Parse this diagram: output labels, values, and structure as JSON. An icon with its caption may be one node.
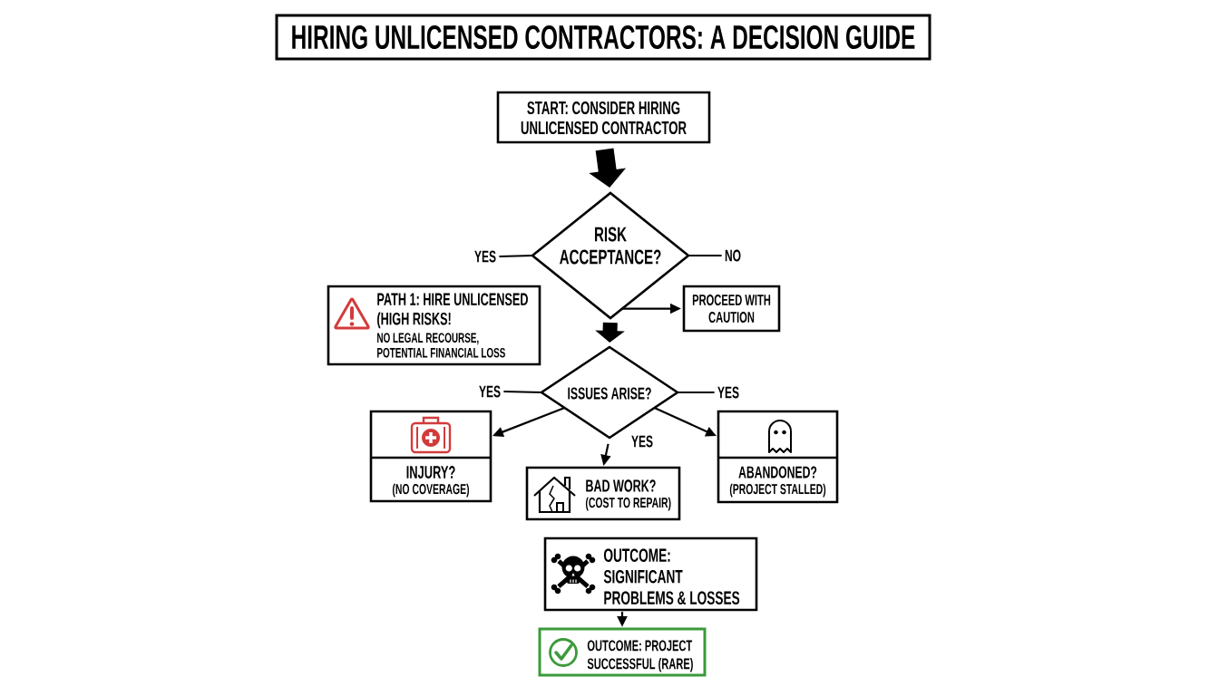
{
  "diagram": {
    "title": "HIRING UNLICENSED CONTRACTORS: A DECISION GUIDE",
    "nodes": [
      {
        "text": [
          "START: CONSIDER HIRING UNLICENSED CONTRACTOR"
        ]
      },
      {
        "text": [
          "RISK ACCEPTANCE?"
        ]
      },
      {
        "text": [
          "YES"
        ]
      },
      {
        "text": [
          "NO"
        ]
      },
      {
        "text": [
          "PATH 1: HIRE UNLICENSED (HIGH RISKS!",
          "NO LEGAL RECOURSE, POTENTIAL FINANCIAL LOSS"
        ]
      },
      {
        "text": [
          "PROCEED WITH CAUTION"
        ]
      },
      {
        "text": [
          "ISSUES ARISE?"
        ]
      },
      {
        "text": [
          "YES"
        ]
      },
      {
        "text": [
          "YES"
        ]
      },
      {
        "text": [
          "INJURY?",
          "(NO COVERAGE)"
        ]
      },
      {
        "text": [
          "BAD WORK?",
          "(COST TO REPAIR)"
        ]
      },
      {
        "text": [
          "ABANDONED?",
          "(PROJECT STALLED)"
        ]
      },
      {
        "text": [
          "OUTCOME: SIGNIFICANT PROBLEMS & LOSSES"
        ]
      },
      {
        "text": [
          "OUTCOME: PROJECT SUCCESSFUL (RARE)"
        ]
      }
    ],
    "edges": [
      {
        "from": 0,
        "to": 1,
        "arrow": "to",
        "style": "thick"
      },
      {
        "from": 1,
        "to": 2,
        "arrow": "none"
      },
      {
        "from": 1,
        "to": 3,
        "arrow": "none"
      },
      {
        "from": 1,
        "to": 5,
        "arrow": "to"
      },
      {
        "from": 1,
        "to": 6,
        "arrow": "to",
        "style": "thick"
      },
      {
        "from": 6,
        "to": 7,
        "arrow": "none"
      },
      {
        "from": 6,
        "to": 8,
        "arrow": "none"
      },
      {
        "from": 6,
        "to": 9,
        "arrow": "to"
      },
      {
        "from": 6,
        "to": 10,
        "arrow": "to",
        "label": "YES"
      },
      {
        "from": 6,
        "to": 11,
        "arrow": "to"
      },
      {
        "from": 12,
        "to": 13,
        "arrow": "to"
      }
    ]
  }
}
